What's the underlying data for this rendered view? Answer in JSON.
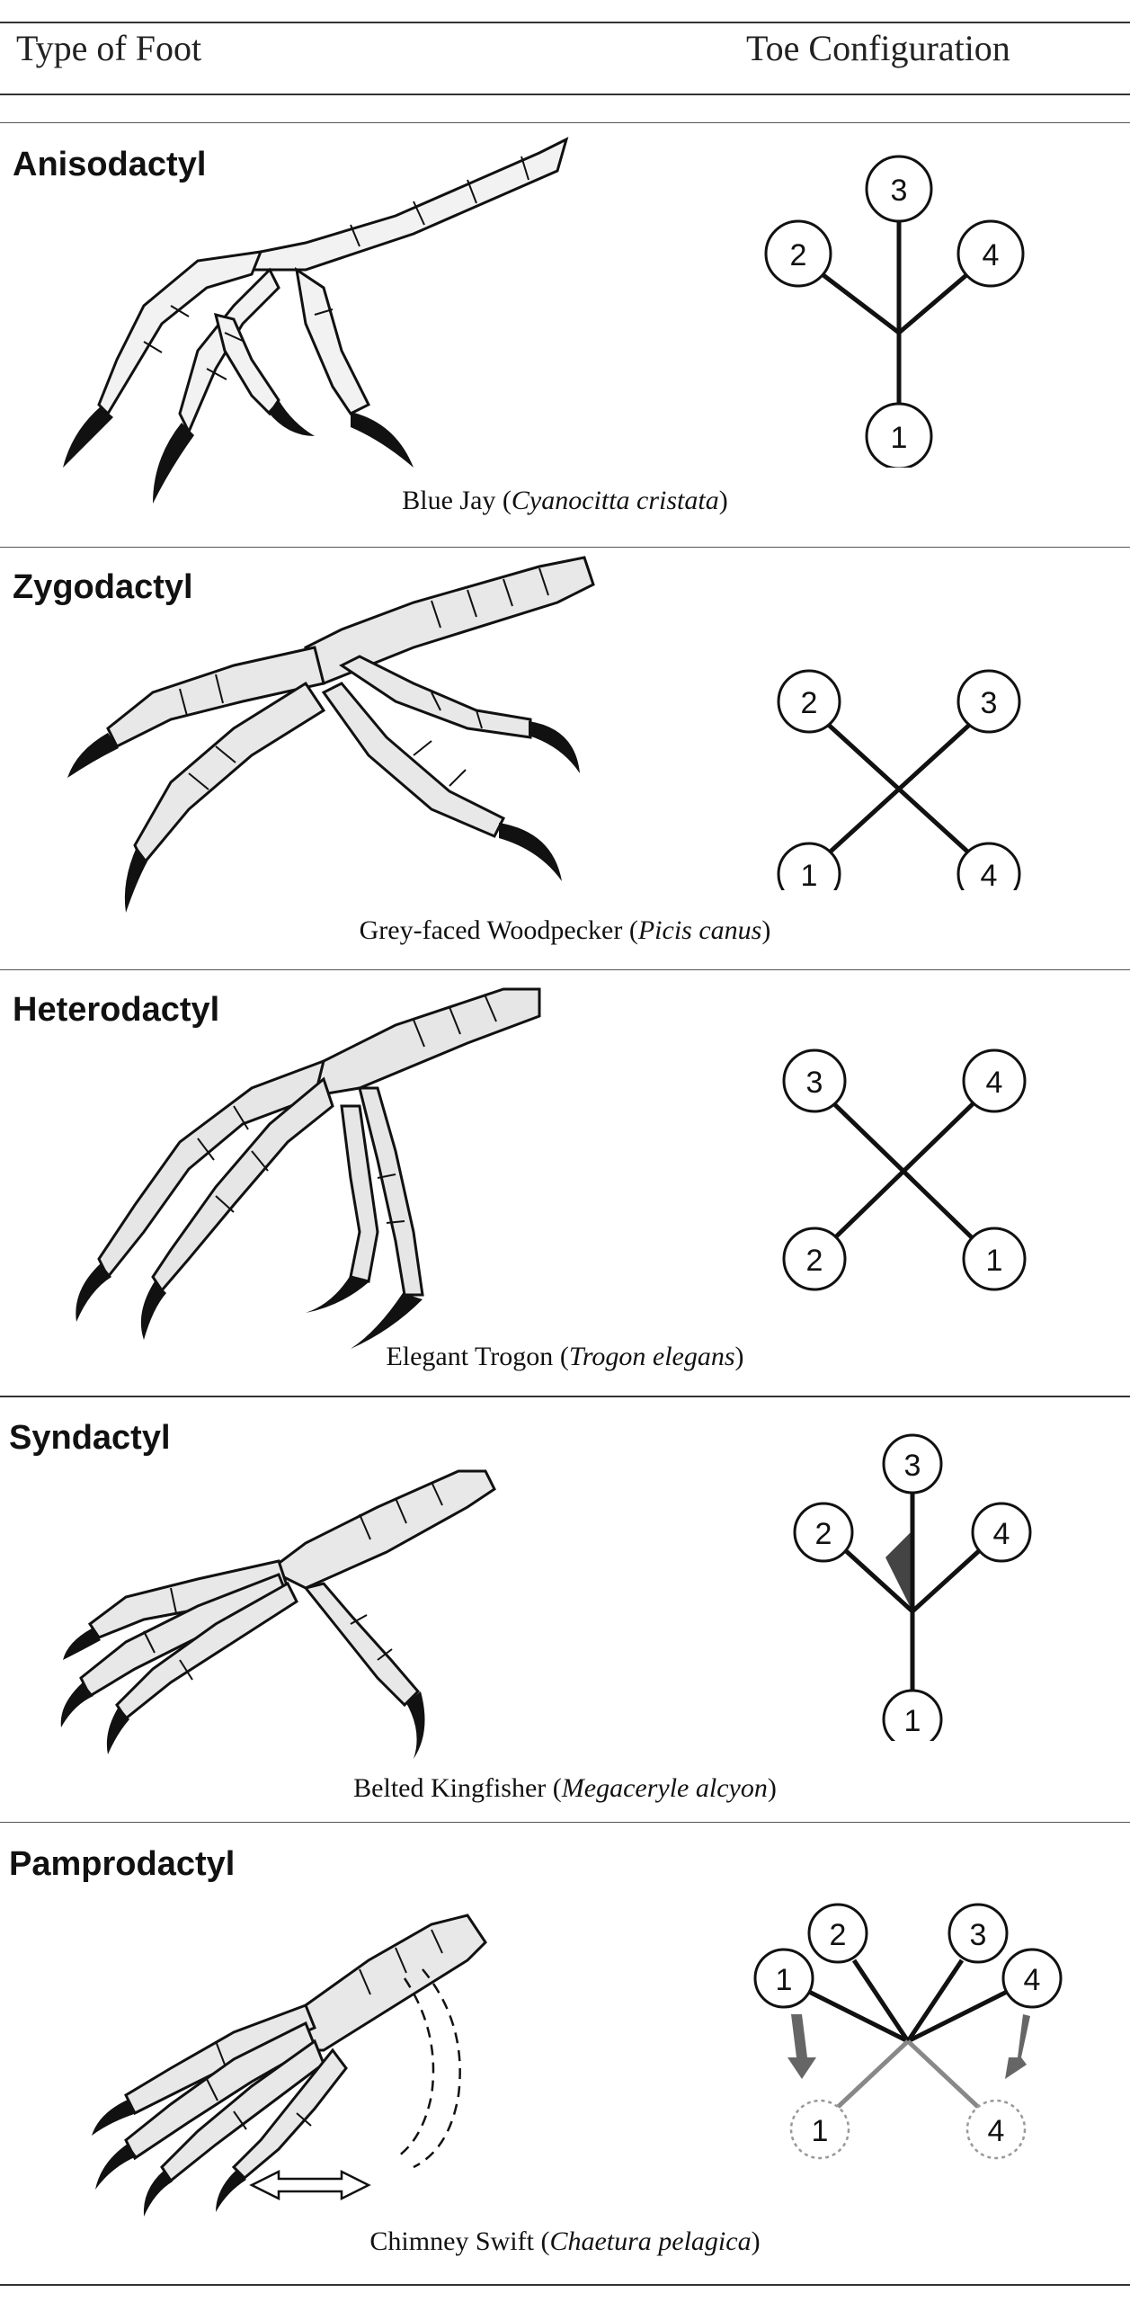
{
  "header": {
    "col_left": "Type of Foot",
    "col_right": "Toe Configuration"
  },
  "sections": [
    {
      "title": "Anisodactyl",
      "common": "Blue Jay",
      "scientific": "Cyanocitta cristata"
    },
    {
      "title": "Zygodactyl",
      "common": "Grey-faced Woodpecker",
      "scientific": "Picis canus"
    },
    {
      "title": "Heterodactyl",
      "common": "Elegant Trogon",
      "scientific": "Trogon elegans"
    },
    {
      "title": "Syndactyl",
      "common": "Belted Kingfisher",
      "scientific": "Megaceryle alcyon"
    },
    {
      "title": "Pamprodactyl",
      "common": "Chimney Swift",
      "scientific": "Chaetura pelagica"
    }
  ],
  "toes": {
    "anisodactyl": [
      "3",
      "2",
      "4",
      "1"
    ],
    "zygodactyl": [
      "2",
      "3",
      "1",
      "4"
    ],
    "heterodactyl": [
      "3",
      "4",
      "2",
      "1"
    ],
    "syndactyl": [
      "3",
      "2",
      "4",
      "1"
    ],
    "pamprodactyl": [
      "2",
      "3",
      "1",
      "4",
      "1",
      "4"
    ]
  },
  "colors": {
    "line": "#111111",
    "faded": "#888888",
    "shade": "#444444"
  }
}
